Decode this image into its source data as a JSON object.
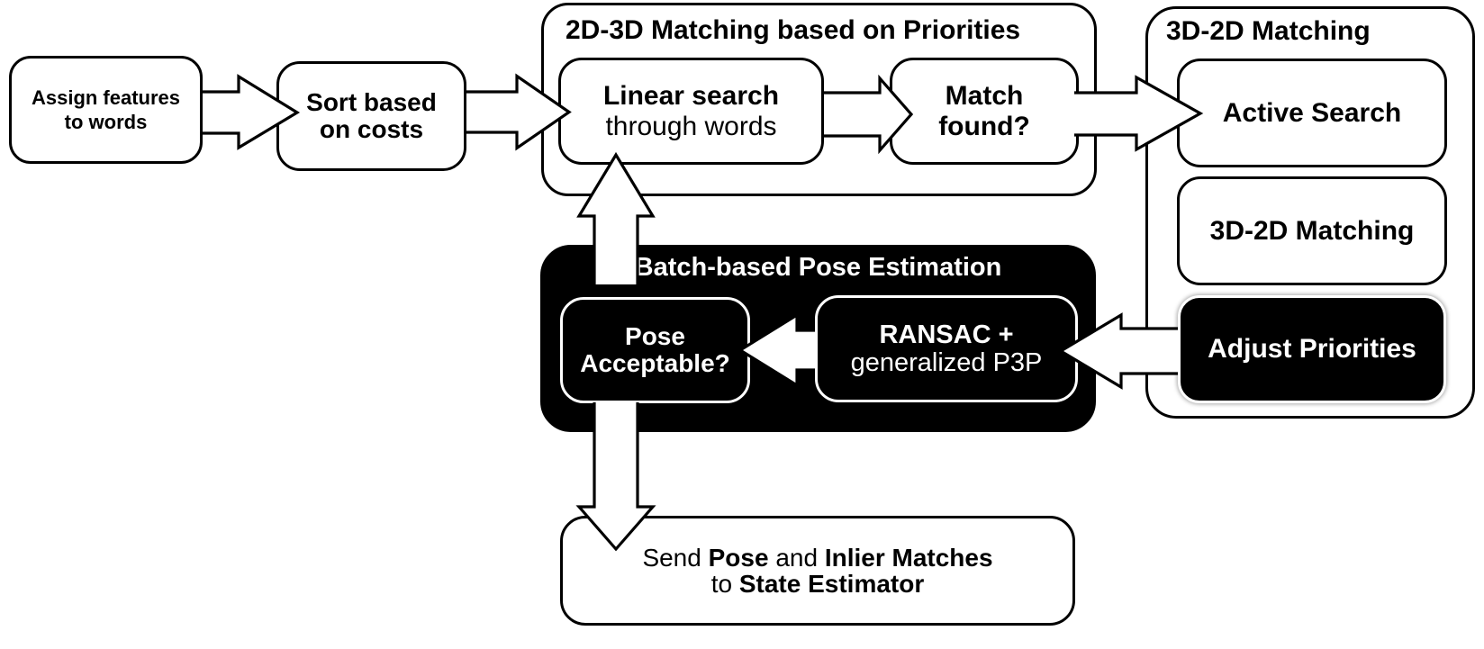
{
  "diagram": {
    "groups": {
      "matching_2d3d": {
        "title": "2D-3D Matching based on Priorities"
      },
      "matching_3d2d": {
        "title": "3D-2D Matching"
      },
      "batch_pose": {
        "title": "Batch-based Pose Estimation"
      }
    },
    "nodes": {
      "assign": {
        "line1": "Assign features",
        "line2": "to words"
      },
      "sort": {
        "line1": "Sort based",
        "line2": "on costs"
      },
      "linear_search": {
        "line1": "Linear search",
        "line2": "through words"
      },
      "match_found": {
        "line1": "Match",
        "line2": "found?"
      },
      "active_search": {
        "label": "Active Search"
      },
      "matching_box_3d2d": {
        "label": "3D-2D Matching"
      },
      "adjust_priorities": {
        "label": "Adjust Priorities"
      },
      "pose_acceptable": {
        "line1": "Pose",
        "line2": "Acceptable?"
      },
      "ransac": {
        "line1": "RANSAC +",
        "line2": "generalized P3P"
      },
      "send_pose": {
        "line1_seg1": "Send ",
        "line1_seg2": "Pose",
        "line1_seg3": " and ",
        "line1_seg4": "Inlier Matches",
        "line2_seg1": "to ",
        "line2_seg2": "State Estimator"
      }
    },
    "arrows": {
      "assign_to_sort": "right-block-arrow",
      "sort_to_linear": "right-block-arrow",
      "linear_to_match": "right-block-arrow",
      "match_to_active": "right-block-arrow",
      "ransac_to_pose": "left-block-arrow",
      "adjust_to_ransac": "left-block-arrow",
      "pose_to_linear": "up-block-arrow",
      "pose_to_send": "down-block-arrow"
    },
    "colors": {
      "ink": "#000000",
      "paper": "#ffffff",
      "inverse_text": "#ffffff"
    }
  }
}
